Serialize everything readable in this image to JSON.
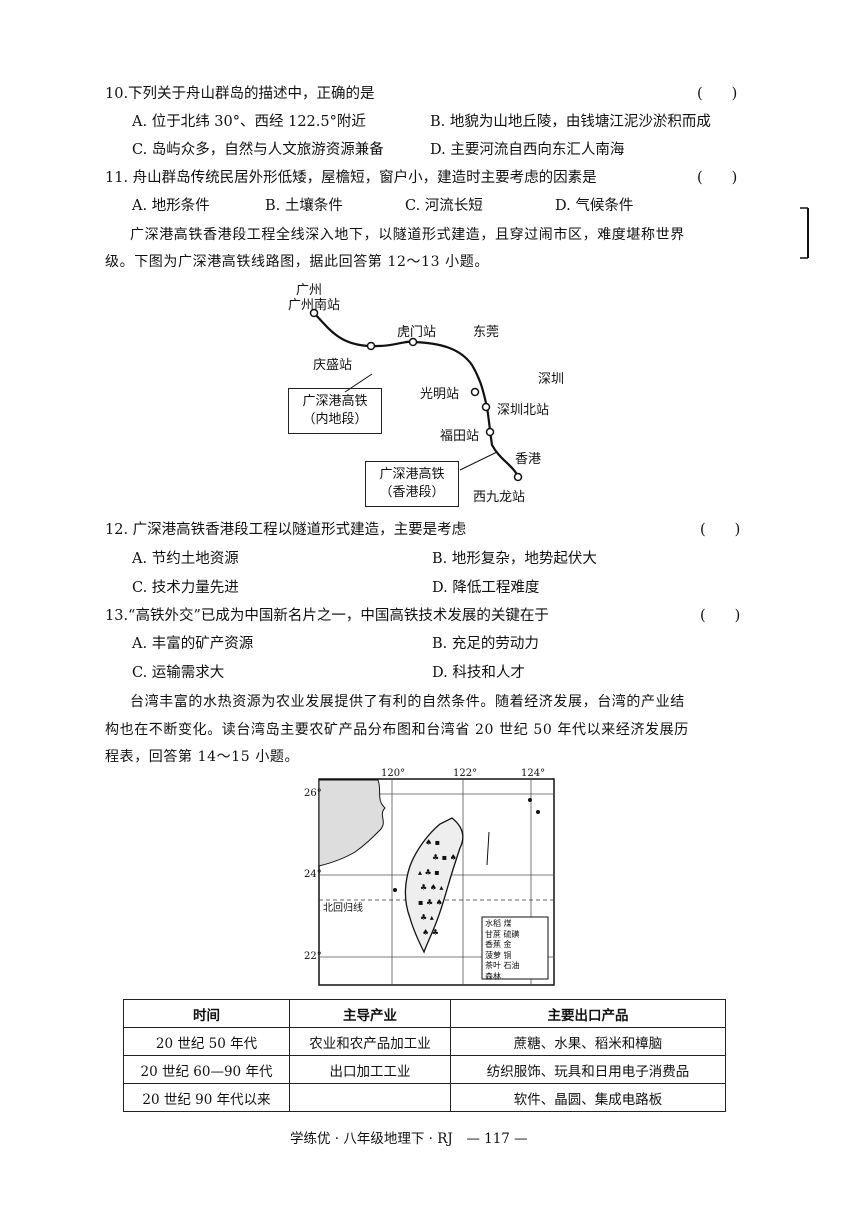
{
  "q10": {
    "stem": "10.下列关于舟山群岛的描述中，正确的是",
    "paren": "(　　)",
    "options": [
      "A. 位于北纬 30°、西经 122.5°附近",
      "B. 地貌为山地丘陵，由钱塘江泥沙淤积而成",
      "C. 岛屿众多，自然与人文旅游资源兼备",
      "D. 主要河流自西向东汇人南海"
    ]
  },
  "q11": {
    "stem": "11. 舟山群岛传统民居外形低矮，屋檐短，窗户小，建造时主要考虑的因素是",
    "paren": "(　　)",
    "options": [
      "A. 地形条件",
      "B. 土壤条件",
      "C. 河流长短",
      "D. 气候条件"
    ]
  },
  "intro1": {
    "line1": "广深港高铁香港段工程全线深入地下，以隧道形式建造，且穿过闹市区，难度堪称世界",
    "line2": "级。下图为广深港高铁线路图，据此回答第 12～13 小题。"
  },
  "rail_map": {
    "labels": {
      "guangzhou": "广州",
      "guangzhou_south": "广州南站",
      "humen": "虎门站",
      "dongguan": "东莞",
      "qingsheng": "庆盛站",
      "shenzhen": "深圳",
      "guangming": "光明站",
      "shenzhen_north": "深圳北站",
      "futian": "福田站",
      "hongkong": "香港",
      "west_kowloon": "西九龙站"
    },
    "box_mainland": [
      "广深港高铁",
      "（内地段）"
    ],
    "box_hk": [
      "广深港高铁",
      "（香港段）"
    ]
  },
  "q12": {
    "stem": "12. 广深港高铁香港段工程以隧道形式建造，主要是考虑",
    "paren": "(　　)",
    "options": [
      "A. 节约土地资源",
      "B. 地形复杂，地势起伏大",
      "C. 技术力量先进",
      "D. 降低工程难度"
    ]
  },
  "q13": {
    "stem": "13.“高铁外交”已成为中国新名片之一，中国高铁技术发展的关键在于",
    "paren": "(　　)",
    "options": [
      "A. 丰富的矿产资源",
      "B. 充足的劳动力",
      "C. 运输需求大",
      "D. 科技和人才"
    ]
  },
  "intro2": {
    "line1": "台湾丰富的水热资源为农业发展提供了有利的自然条件。随着经济发展，台湾的产业结",
    "line2": "构也在不断变化。读台湾岛主要农矿产品分布图和台湾省 20 世纪 50 年代以来经济发展历",
    "line3": "程表，回答第 14～15 小题。"
  },
  "taiwan_map": {
    "lon_labels": [
      "120°",
      "122°",
      "124°"
    ],
    "lat_labels": [
      "26°",
      "24°",
      "22°"
    ],
    "tropic": "北回归线",
    "legend": [
      "水稻",
      "煤",
      "甘蔗",
      "硫磺",
      "香蕉",
      "金",
      "菠萝",
      "铜",
      "茶叶",
      "石油",
      "森林"
    ]
  },
  "table": {
    "headers": [
      "时间",
      "主导产业",
      "主要出口产品"
    ],
    "rows": [
      [
        "20 世纪 50 年代",
        "农业和农产品加工业",
        "蔗糖、水果、稻米和樟脑"
      ],
      [
        "20 世纪 60—90 年代",
        "出口加工工业",
        "纺织服饰、玩具和日用电子消费品"
      ],
      [
        "20 世纪 90 年代以来",
        "",
        "软件、晶圆、集成电路板"
      ]
    ]
  },
  "footer": "学练优 · 八年级地理下 · RJ　— 117 —"
}
